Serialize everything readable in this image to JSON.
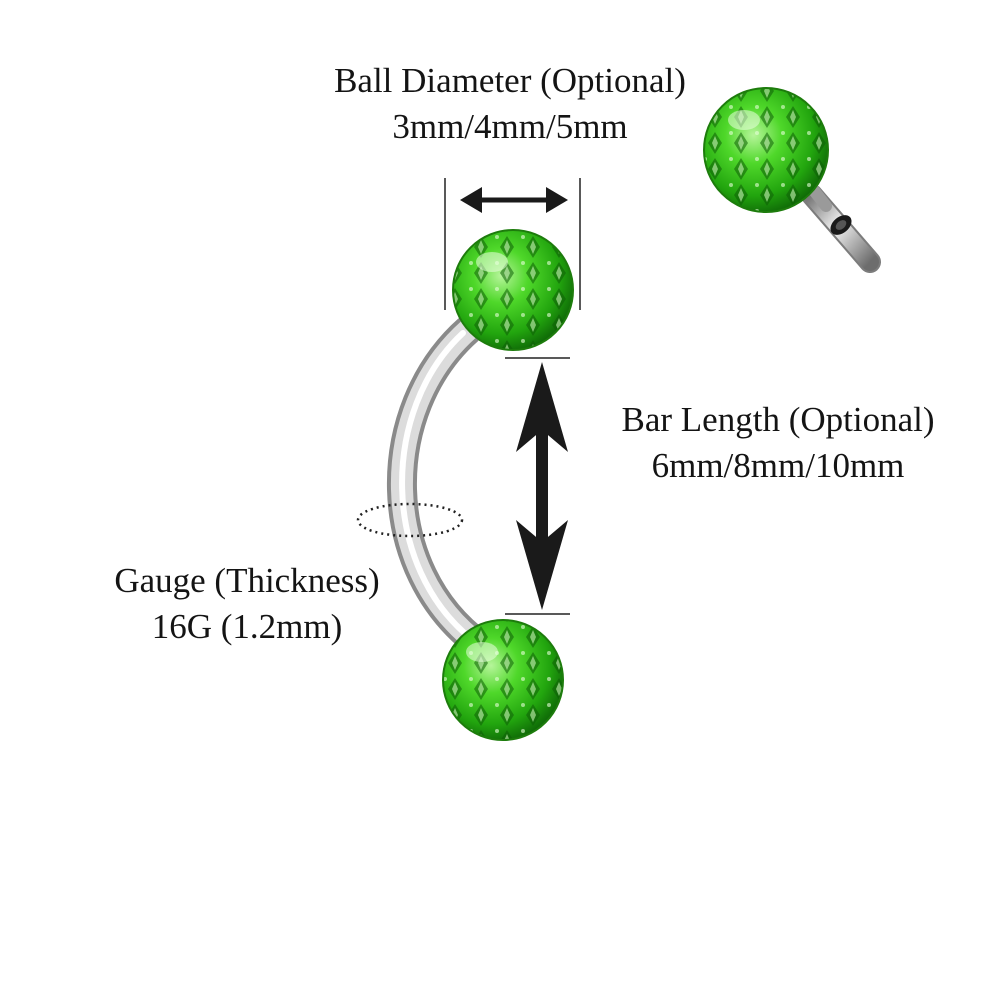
{
  "ball_diameter": {
    "title": "Ball Diameter (Optional)",
    "options": "3mm/4mm/5mm"
  },
  "bar_length": {
    "title": "Bar Length (Optional)",
    "options": "6mm/8mm/10mm"
  },
  "gauge": {
    "title": "Gauge (Thickness)",
    "value": "16G (1.2mm)"
  },
  "colors": {
    "ball_green": "#3ecb1a",
    "ball_dark": "#0d5d05",
    "ball_light": "#b6f59a",
    "steel": "#c9c9c9",
    "arrow": "#1a1a1a"
  }
}
